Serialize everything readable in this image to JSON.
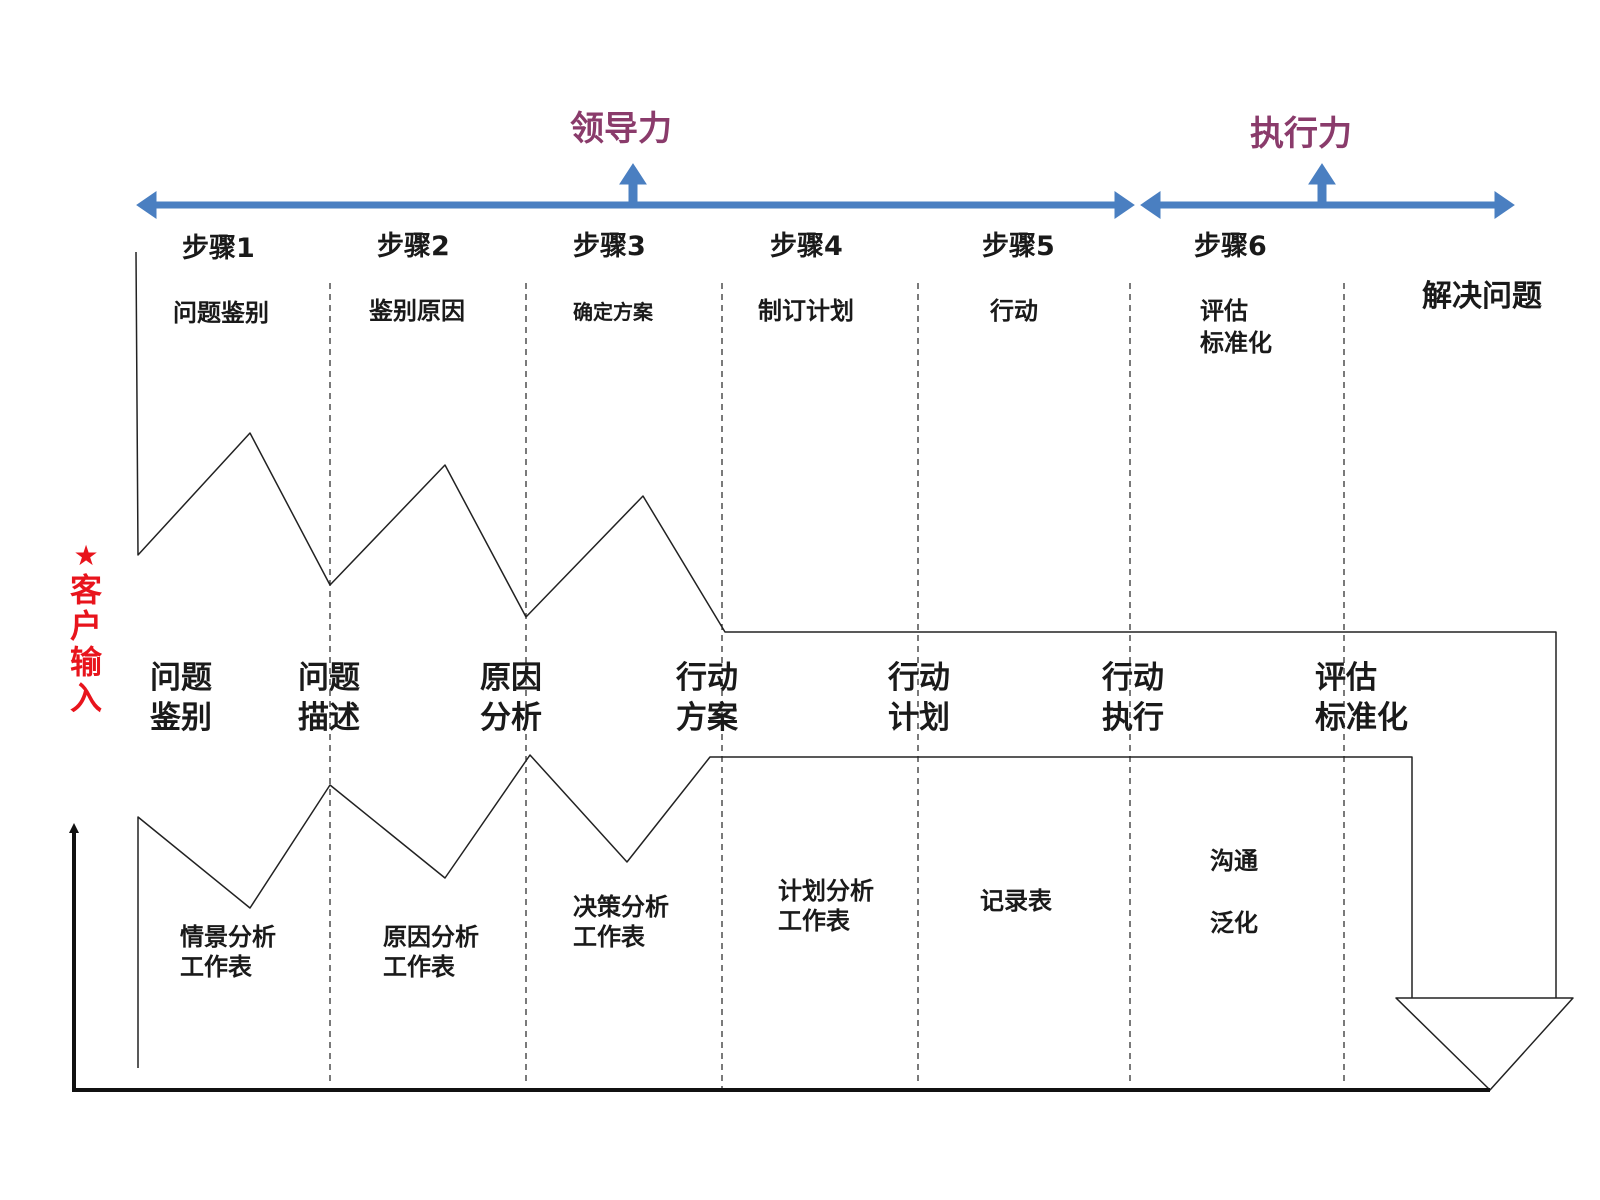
{
  "headers": {
    "leadership": "领导力",
    "execution": "执行力"
  },
  "steps": [
    {
      "label": "步骤1",
      "subtitle": "问题鉴别"
    },
    {
      "label": "步骤2",
      "subtitle": "鉴别原因"
    },
    {
      "label": "步骤3",
      "subtitle": "确定方案"
    },
    {
      "label": "步骤4",
      "subtitle": "制订计划"
    },
    {
      "label": "步骤5",
      "subtitle": "行动"
    },
    {
      "label": "步骤6",
      "subtitle_line1": "评估",
      "subtitle_line2": "标准化"
    }
  ],
  "goal": "解决问题",
  "customer_input": {
    "star": "★",
    "chars": [
      "客",
      "户",
      "输",
      "入"
    ]
  },
  "phases": [
    {
      "line1": "问题",
      "line2": "鉴别"
    },
    {
      "line1": "问题",
      "line2": "描述"
    },
    {
      "line1": "原因",
      "line2": "分析"
    },
    {
      "line1": "行动",
      "line2": "方案"
    },
    {
      "line1": "行动",
      "line2": "计划"
    },
    {
      "line1": "行动",
      "line2": "执行"
    },
    {
      "line1": "评估",
      "line2": "标准化"
    }
  ],
  "tools": [
    {
      "line1": "情景分析",
      "line2": "工作表"
    },
    {
      "line1": "原因分析",
      "line2": "工作表"
    },
    {
      "line1": "决策分析",
      "line2": "工作表"
    },
    {
      "line1": "计划分析",
      "line2": "工作表"
    },
    {
      "line1": "记录表"
    },
    {
      "line1": "沟通",
      "line2": "泛化"
    }
  ],
  "colors": {
    "arrow": "#4a7fc1",
    "header": "#8a3b6b",
    "red": "#e8141c",
    "line": "#222222"
  }
}
